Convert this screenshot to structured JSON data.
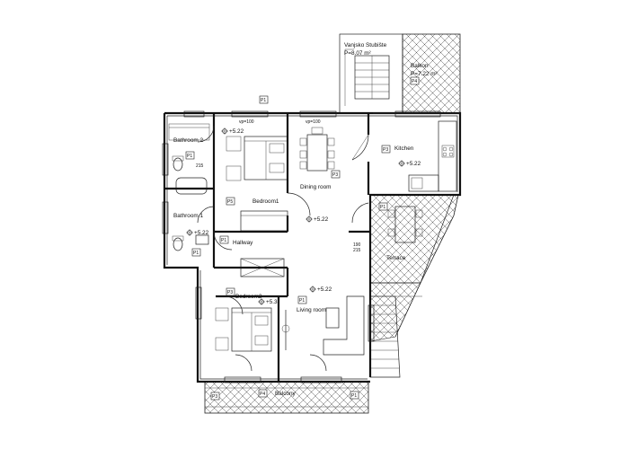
{
  "rooms": {
    "stairwell": "Vanjsko Stubište",
    "stairwell_area": "P=8.07 m²",
    "balkon": "Balkon",
    "balkon_area": "P=7.22 m²",
    "kitchen": "Kitchen",
    "dining": "Dining room",
    "bedroom1": "Bedroom1",
    "bedroom2": "Bedroom2",
    "bathroom2": "Bathroom 2",
    "bathroom1": "Bathroom 1",
    "hallway": "Hallway",
    "terrace": "Terrace",
    "living": "Living room",
    "balcony": "Balcony"
  },
  "levels": {
    "bath2": "+5.22",
    "kitchen": "+5.22",
    "hall": "+5.22",
    "bath1": "+5.22",
    "living": "+5.22",
    "bed2": "+5.3"
  },
  "openings": {
    "vp1": "vp=100",
    "vp2": "vp=100",
    "win1": "190",
    "win2": "215",
    "win3": "215"
  },
  "tags": {
    "t1": "P1",
    "t2": "P1",
    "t3": "P4",
    "t4": "P3",
    "t5": "P3",
    "t6": "P5",
    "t7": "P1",
    "t8": "P1",
    "t9": "P1",
    "t10": "P3",
    "t11": "P1",
    "t12": "P3",
    "t13": "P4",
    "t14": "P1"
  }
}
